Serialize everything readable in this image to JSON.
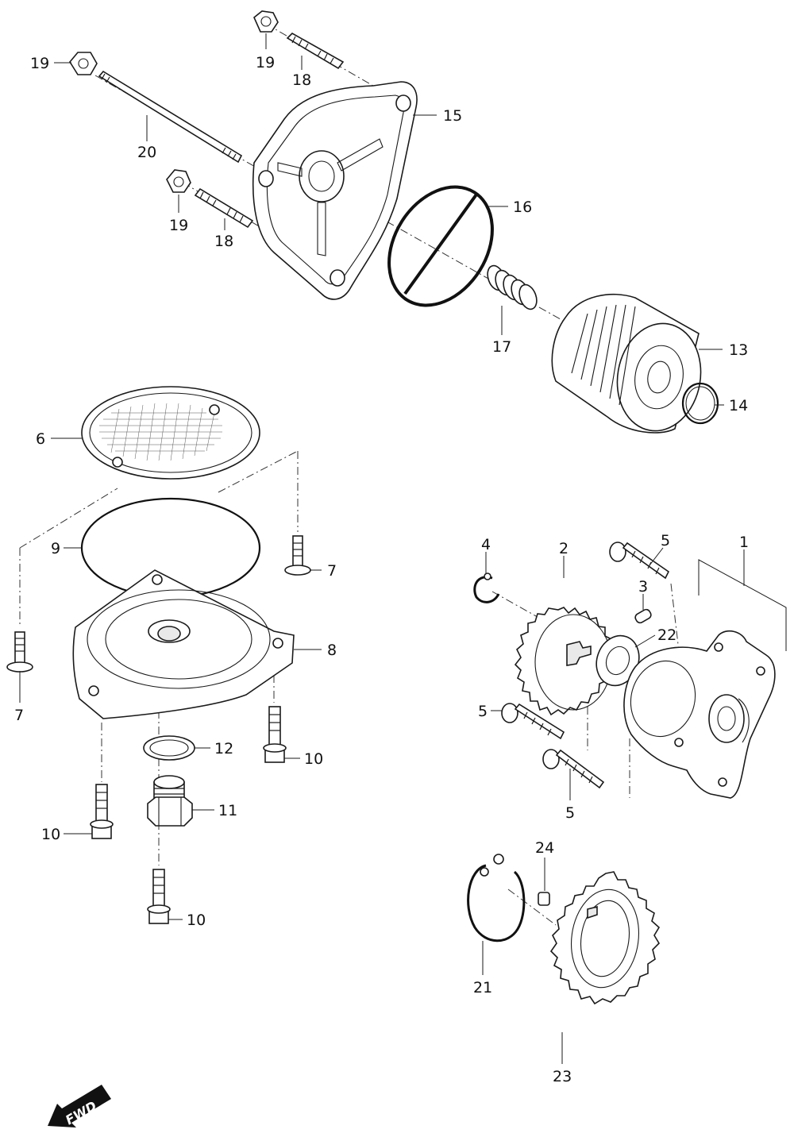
{
  "diagram": {
    "callouts": [
      {
        "id": "c19a",
        "label": "19"
      },
      {
        "id": "c19b",
        "label": "19"
      },
      {
        "id": "c18a",
        "label": "18"
      },
      {
        "id": "c20",
        "label": "20"
      },
      {
        "id": "c15",
        "label": "15"
      },
      {
        "id": "c16",
        "label": "16"
      },
      {
        "id": "c19c",
        "label": "19"
      },
      {
        "id": "c18b",
        "label": "18"
      },
      {
        "id": "c17",
        "label": "17"
      },
      {
        "id": "c13",
        "label": "13"
      },
      {
        "id": "c14",
        "label": "14"
      },
      {
        "id": "c6",
        "label": "6"
      },
      {
        "id": "c9",
        "label": "9"
      },
      {
        "id": "c7a",
        "label": "7"
      },
      {
        "id": "c8",
        "label": "8"
      },
      {
        "id": "c7b",
        "label": "7"
      },
      {
        "id": "c12",
        "label": "12"
      },
      {
        "id": "c10a",
        "label": "10"
      },
      {
        "id": "c11",
        "label": "11"
      },
      {
        "id": "c10b",
        "label": "10"
      },
      {
        "id": "c10c",
        "label": "10"
      },
      {
        "id": "c4",
        "label": "4"
      },
      {
        "id": "c2",
        "label": "2"
      },
      {
        "id": "c5a",
        "label": "5"
      },
      {
        "id": "c1",
        "label": "1"
      },
      {
        "id": "c3",
        "label": "3"
      },
      {
        "id": "c22",
        "label": "22"
      },
      {
        "id": "c5b",
        "label": "5"
      },
      {
        "id": "c5c",
        "label": "5"
      },
      {
        "id": "c24",
        "label": "24"
      },
      {
        "id": "c21",
        "label": "21"
      },
      {
        "id": "c23",
        "label": "23"
      }
    ],
    "fwd_label": "FWD"
  }
}
